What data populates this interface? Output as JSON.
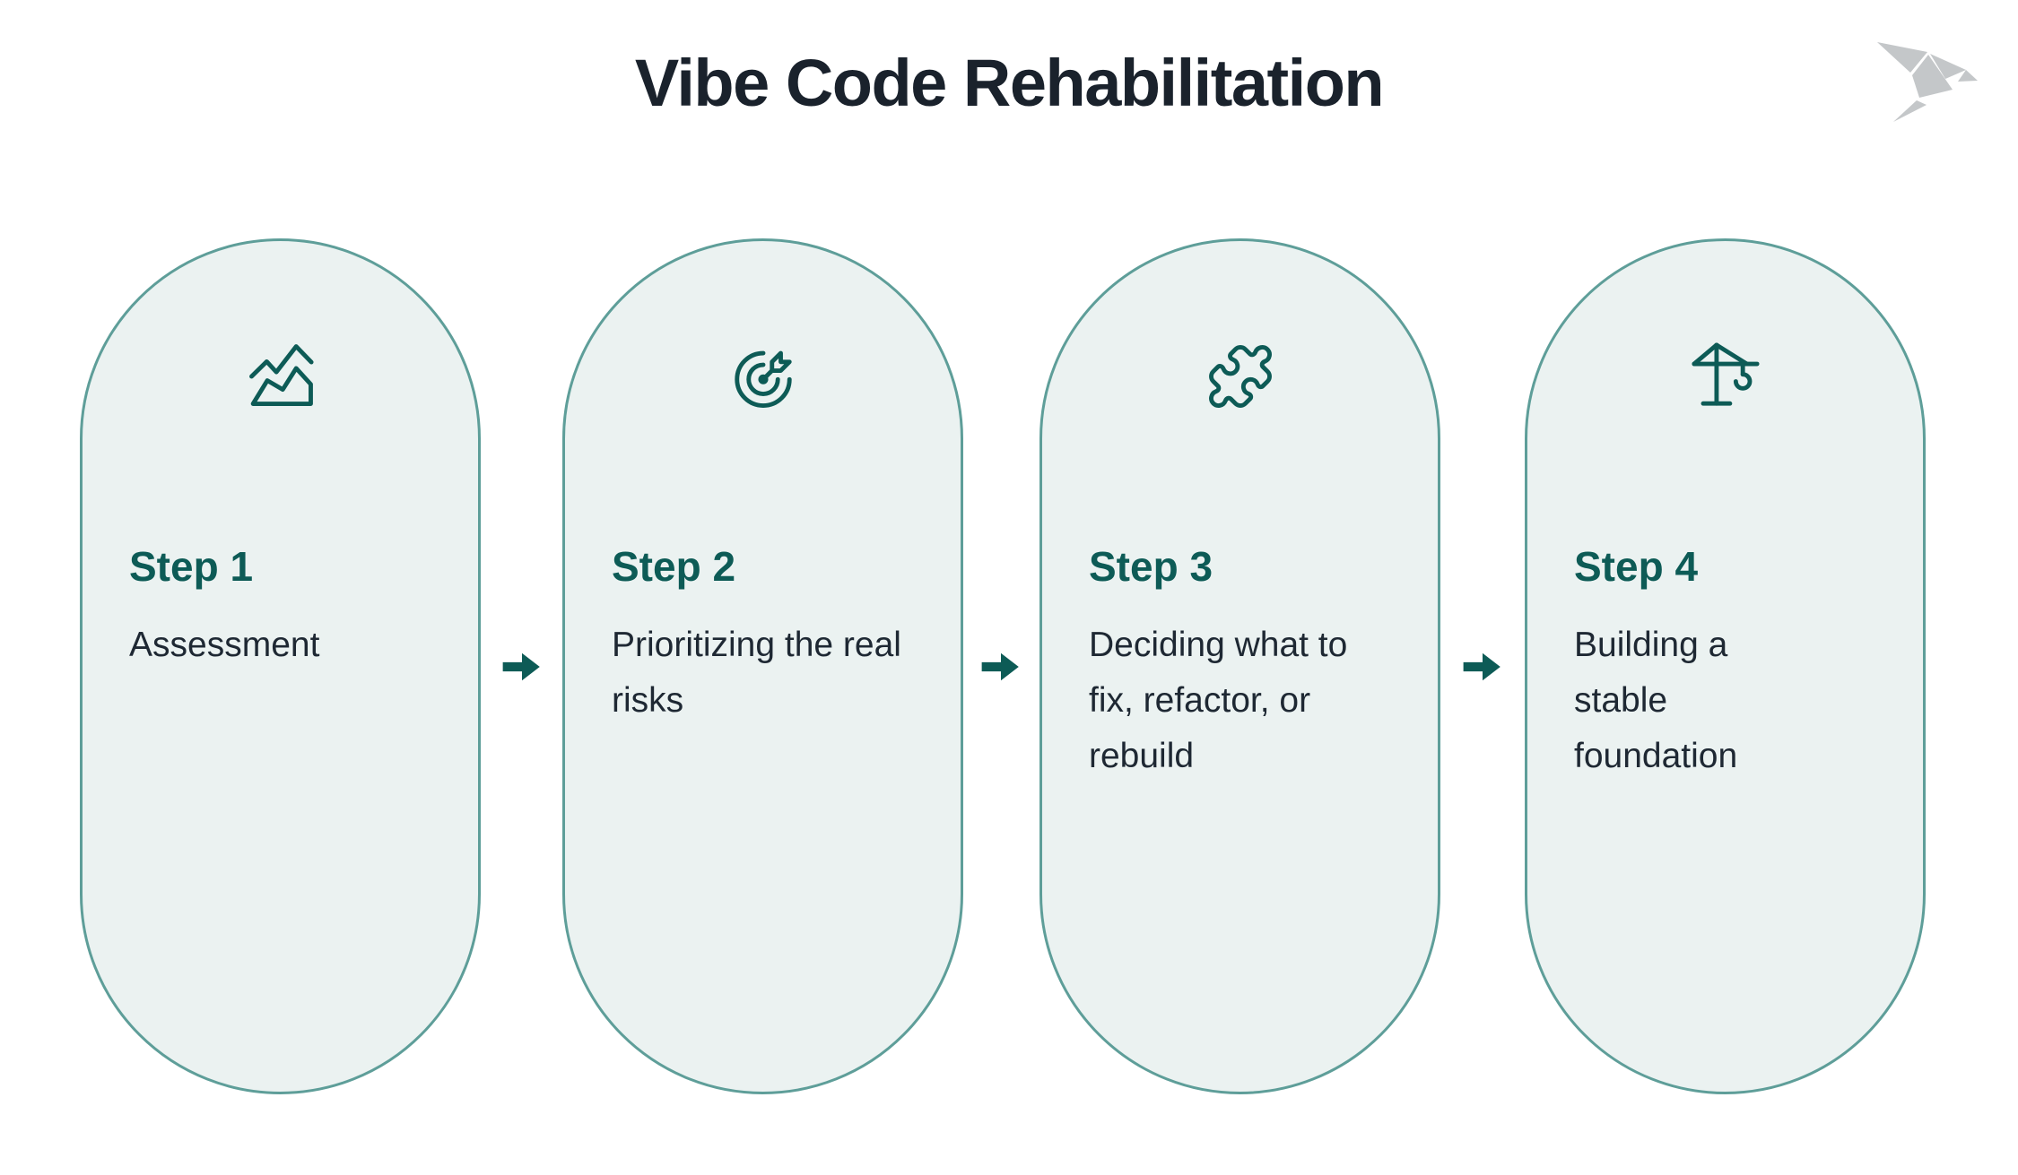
{
  "page": {
    "title": "Vibe Code Rehabilitation"
  },
  "logo": {
    "name": "origami-bird-logo",
    "color": "#c4c7c9"
  },
  "colors": {
    "accent_teal": "#0d5b56",
    "card_border": "#5e9e99",
    "card_background": "#ebf2f1",
    "title_text": "#1a222c",
    "body_text": "#1e2833",
    "background": "#ffffff"
  },
  "steps": [
    {
      "label": "Step 1",
      "description": "Assessment",
      "icon": "area-chart-icon"
    },
    {
      "label": "Step 2",
      "description": "Prioritizing the real risks",
      "icon": "target-arrow-icon"
    },
    {
      "label": "Step 3",
      "description": "Deciding what to fix, refactor, or rebuild",
      "icon": "puzzle-icon"
    },
    {
      "label": "Step 4",
      "description": "Building a stable foundation",
      "icon": "crane-icon"
    }
  ],
  "connector": {
    "icon": "right-arrow-icon"
  }
}
